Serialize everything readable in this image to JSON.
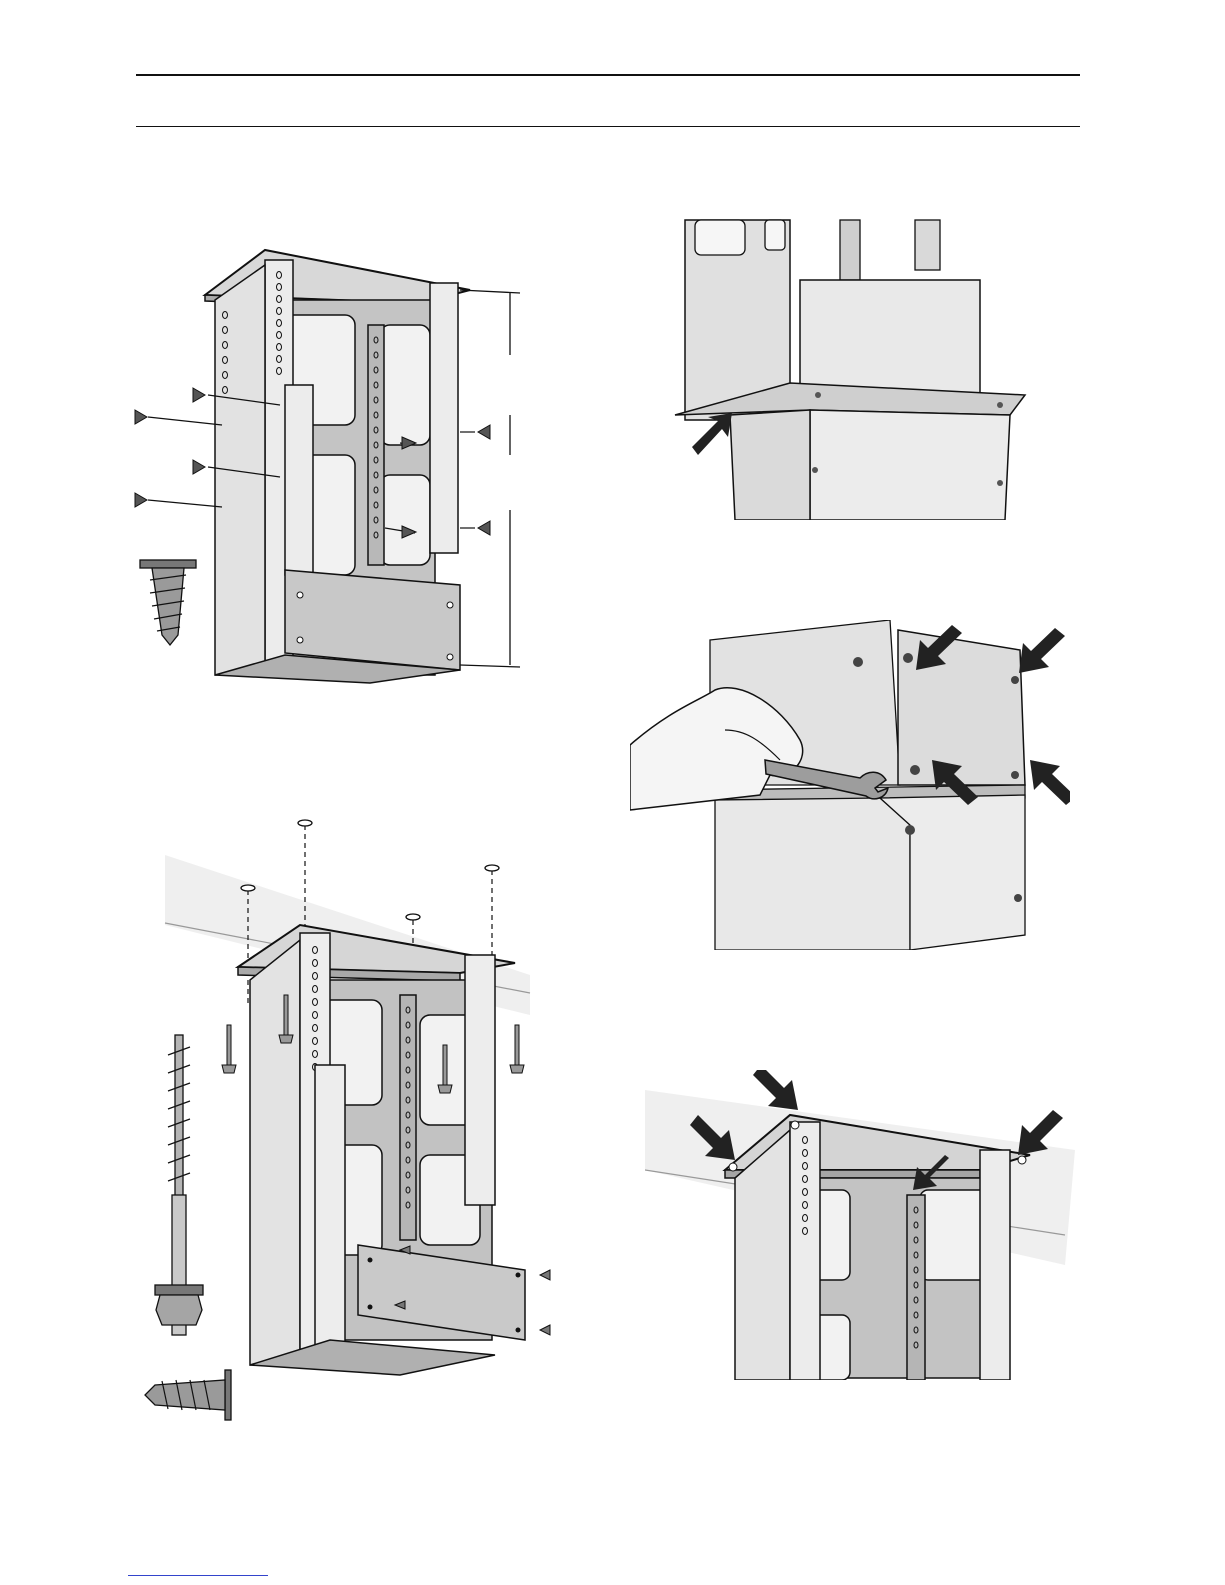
{
  "page": {
    "header_rules": 2,
    "footer_link_text": ""
  },
  "figures": [
    {
      "id": "fig-frame-side-screws",
      "description_icon": "frame-with-side-screws"
    },
    {
      "id": "fig-frame-ceiling-mount",
      "description_icon": "frame-ceiling-mount"
    },
    {
      "id": "fig-chimney-insert",
      "description_icon": "chimney-insert-arrow"
    },
    {
      "id": "fig-chimney-wrench",
      "description_icon": "chimney-wrench-tighten"
    },
    {
      "id": "fig-frame-top-arrows",
      "description_icon": "frame-top-arrows"
    }
  ],
  "colors": {
    "ink": "#111111",
    "metal_light": "#e6e6e6",
    "metal_mid": "#c9c9c9",
    "metal_dark": "#8a8a8a",
    "ceiling": "#efefef",
    "link": "#3344cc"
  }
}
